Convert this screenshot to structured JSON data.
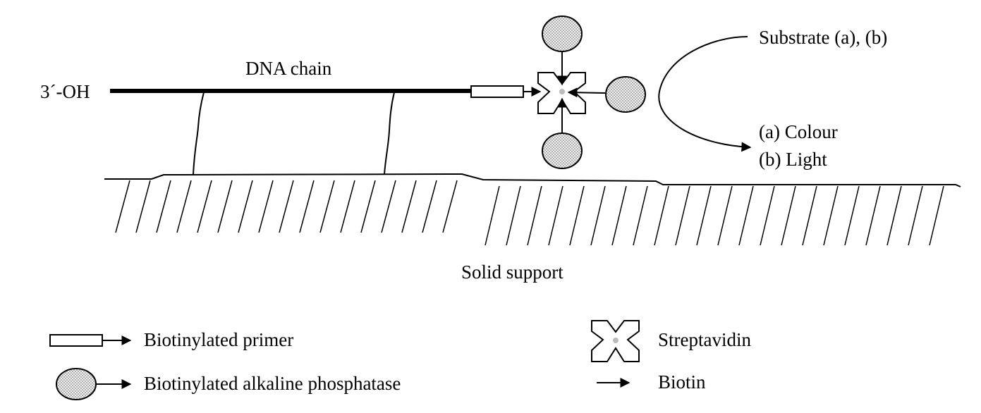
{
  "diagram": {
    "labels": {
      "three_prime": "3´-OH",
      "dna_chain": "DNA chain",
      "substrate": "Substrate (a), (b)",
      "colour": "(a) Colour",
      "light": "(b) Light",
      "solid_support": "Solid support"
    },
    "legend": {
      "biotinylated_primer": "Biotinylated primer",
      "biotinylated_alkaline_phosphatase": "Biotinylated alkaline phosphatase",
      "streptavidin": "Streptavidin",
      "biotin": "Biotin"
    },
    "colors": {
      "stroke": "#000000",
      "enzyme_fill_base": "#f2f2f2",
      "enzyme_dot": "#555555",
      "background": "#ffffff"
    }
  }
}
